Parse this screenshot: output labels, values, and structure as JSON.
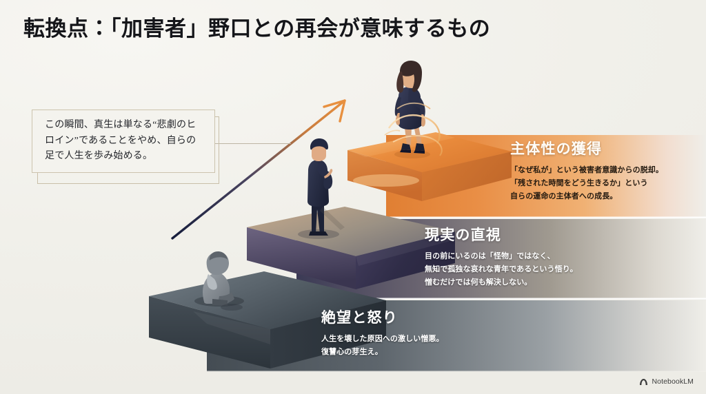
{
  "slide": {
    "title": "転換点：「加害者」野口との再会が意味するもの",
    "background_color": "#f2f1ec"
  },
  "callout": {
    "text": "この瞬間、真生は単なる“悲劇のヒロイン”であることをやめ、自らの足で人生を歩み始める。",
    "border_color": "#c9bfa8",
    "fill_color": "#f4f3ee"
  },
  "arrow": {
    "name": "growth-arrow",
    "start_color": "#1b2243",
    "end_color": "#e08a3c"
  },
  "steps": [
    {
      "id": "bottom",
      "heading": "絶望と怒り",
      "body": "人生を壊した原因への激しい憎悪。\n復讐心の芽生え。",
      "body_lines": [
        "人生を壊した原因への激しい憎悪。",
        "復讐心の芽生え。"
      ],
      "block_color": "#4a5158",
      "panel_color": "#5c646b",
      "figure": "crouching-man"
    },
    {
      "id": "middle",
      "heading": "現実の直視",
      "body": "目の前にいるのは「怪物」ではなく、\n無知で孤独な哀れな青年であるという悟り。\n憎むだけでは何も解決しない。",
      "body_lines": [
        "目の前にいるのは「怪物」ではなく、",
        "無知で孤独な哀れな青年であるという悟り。",
        "憎むだけでは何も解決しない。"
      ],
      "block_color": "#9b9083",
      "panel_color": "#3b3a55",
      "figure": "standing-man"
    },
    {
      "id": "top",
      "heading": "主体性の獲得",
      "body": "「なぜ私が」という被害者意識からの脱却。\n「残された時間をどう生きるか」という\n自らの運命の主体者への成長。",
      "body_lines": [
        "「なぜ私が」という被害者意識からの脱却。",
        "「残された時間をどう生きるか」という",
        "自らの運命の主体者への成長。"
      ],
      "block_color": "#e8883c",
      "panel_color": "#e8883c",
      "figure": "walking-woman"
    }
  ],
  "watermark": {
    "label": "NotebookLM",
    "icon": "notebooklm-logo-icon"
  }
}
